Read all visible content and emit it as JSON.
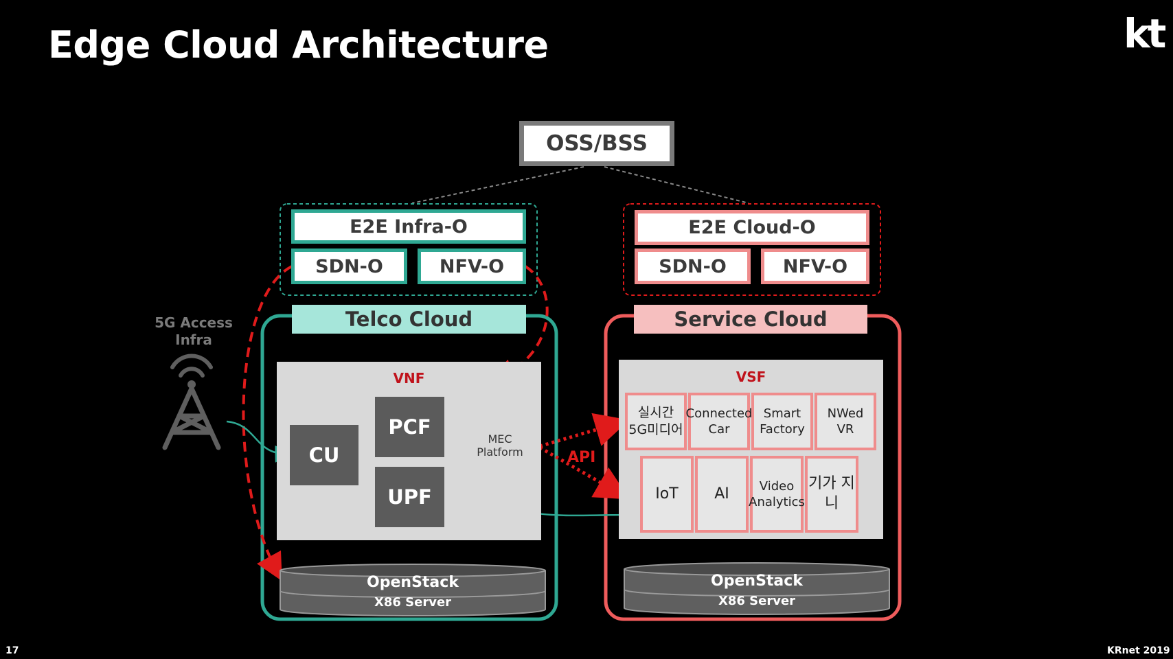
{
  "slide": {
    "title": "Edge Cloud Architecture",
    "logo": "kt",
    "page_number": "17",
    "footer": "KRnet 2019"
  },
  "oss_bss": "OSS/BSS",
  "telco": {
    "orchestrator": "E2E Infra-O",
    "sdn": "SDN-O",
    "nfv": "NFV-O",
    "cloud_label": "Telco Cloud",
    "vnf_label": "VNF",
    "functions": {
      "cu": "CU",
      "pcf": "PCF",
      "upf": "UPF"
    },
    "mec": "MEC Platform",
    "openstack": "OpenStack",
    "server": "X86 Server"
  },
  "service": {
    "orchestrator": "E2E Cloud-O",
    "sdn": "SDN-O",
    "nfv": "NFV-O",
    "cloud_label": "Service Cloud",
    "vsf_label": "VSF",
    "apps_row1": [
      "실시간 5G미디어",
      "Connected Car",
      "Smart Factory",
      "NWed VR"
    ],
    "apps_row2": [
      "IoT",
      "AI",
      "Video Analytics",
      "기가 지니"
    ],
    "openstack": "OpenStack",
    "server": "X86 Server"
  },
  "access": "5G Access Infra",
  "api_label": "API",
  "colors": {
    "teal": "#2fa893",
    "teal_light": "#a6e6da",
    "salmon": "#ef8c8c",
    "salmon_light": "#f6bfbf",
    "alert_red": "#e01b1b",
    "dark_grey": "#5b5b5b",
    "panel_grey": "#d9d9d9"
  }
}
